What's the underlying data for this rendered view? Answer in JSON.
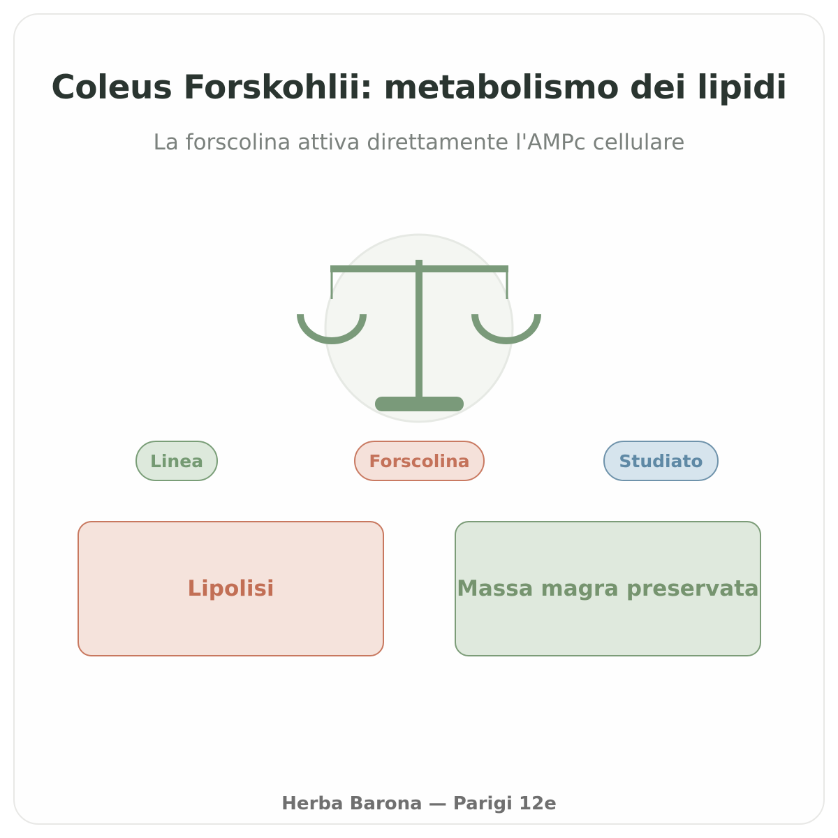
{
  "header": {
    "title": "Coleus Forskohlii: metabolismo dei lipidi",
    "subtitle": "La forscolina attiva direttamente l'AMPc cellulare"
  },
  "illustration": {
    "icon": "balance-scale-icon",
    "color": "#7a9a7a"
  },
  "tags": [
    {
      "label": "Linea",
      "color": "#7a9e78"
    },
    {
      "label": "Forscolina",
      "color": "#c97a62"
    },
    {
      "label": "Studiato",
      "color": "#6f93ab"
    }
  ],
  "boxes": [
    {
      "label": "Lipolisi",
      "color": "#c8785f"
    },
    {
      "label": "Massa magra preservata",
      "color": "#7c9c78"
    }
  ],
  "footer": {
    "text": "Herba Barona — Parigi 12e"
  }
}
